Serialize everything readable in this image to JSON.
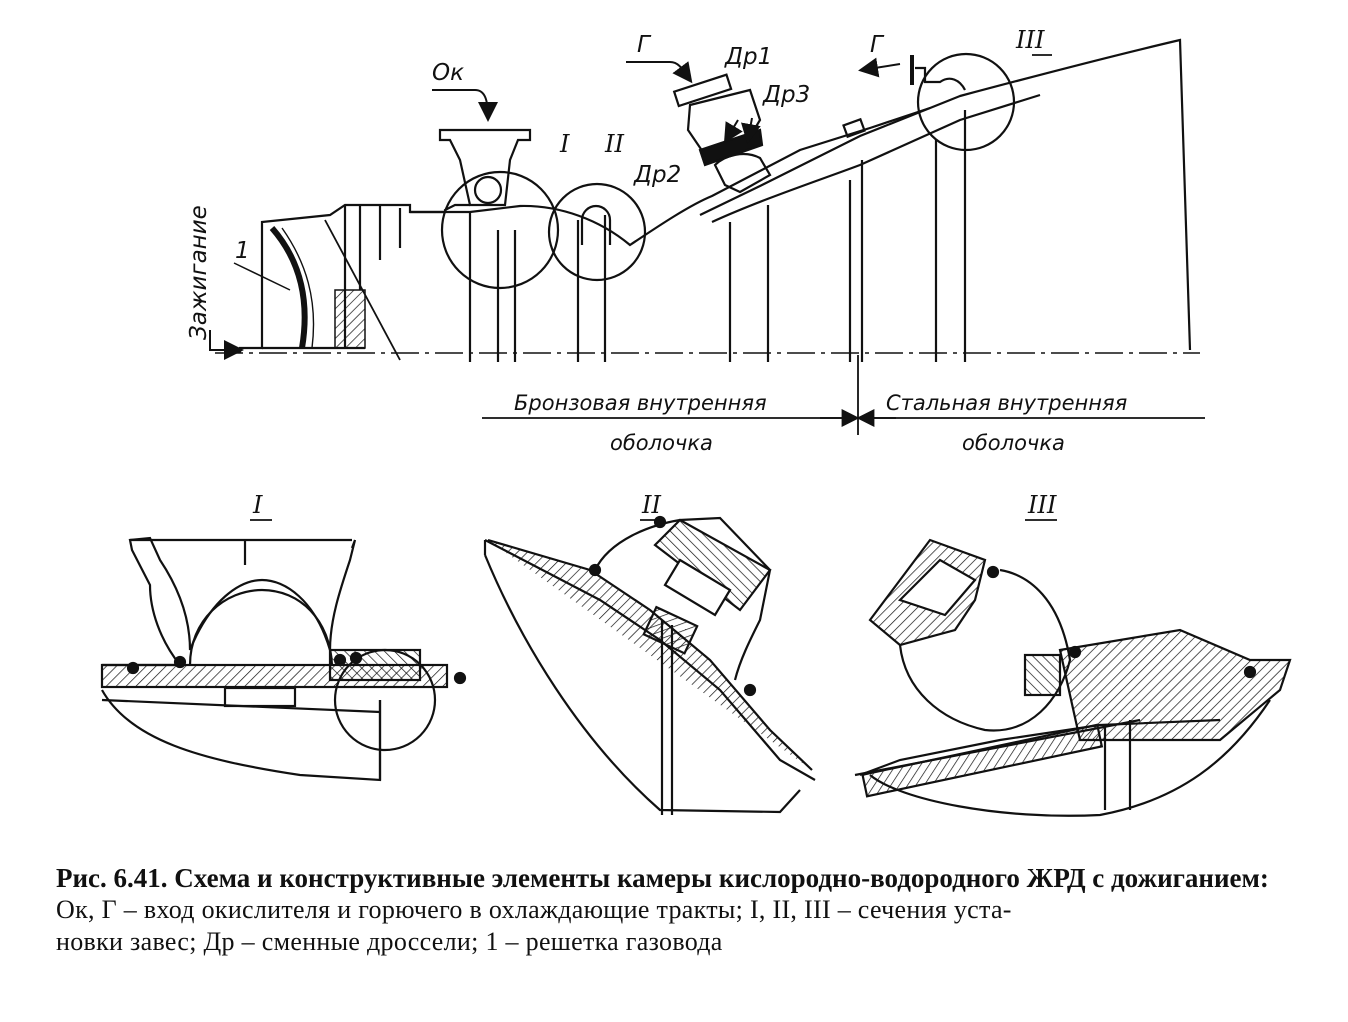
{
  "labels": {
    "ok": "Ок",
    "g_top": "Г",
    "g_right": "Г",
    "dr1": "Др1",
    "dr2": "Др2",
    "dr3": "Др3",
    "sec1": "I",
    "sec2": "II",
    "sec3": "III",
    "ignition": "Зажигание",
    "part1": "1",
    "bronze_line1": "Бронзовая внутренняя",
    "bronze_line2": "оболочка",
    "steel_line1": "Стальная внутренняя",
    "steel_line2": "оболочка"
  },
  "details": {
    "d1": "I",
    "d2": "II",
    "d3": "III"
  },
  "caption": {
    "title": "Рис. 6.41. Схема и конструктивные элементы камеры кислородно-водородного ЖРД с дожиганием:",
    "legend_line1": "Ок, Г – вход окислителя и горючего в охлаждающие тракты; I, II, III – сечения уста-",
    "legend_line2": "новки завес; Др – сменные дроссели; 1 – решетка газовода"
  }
}
